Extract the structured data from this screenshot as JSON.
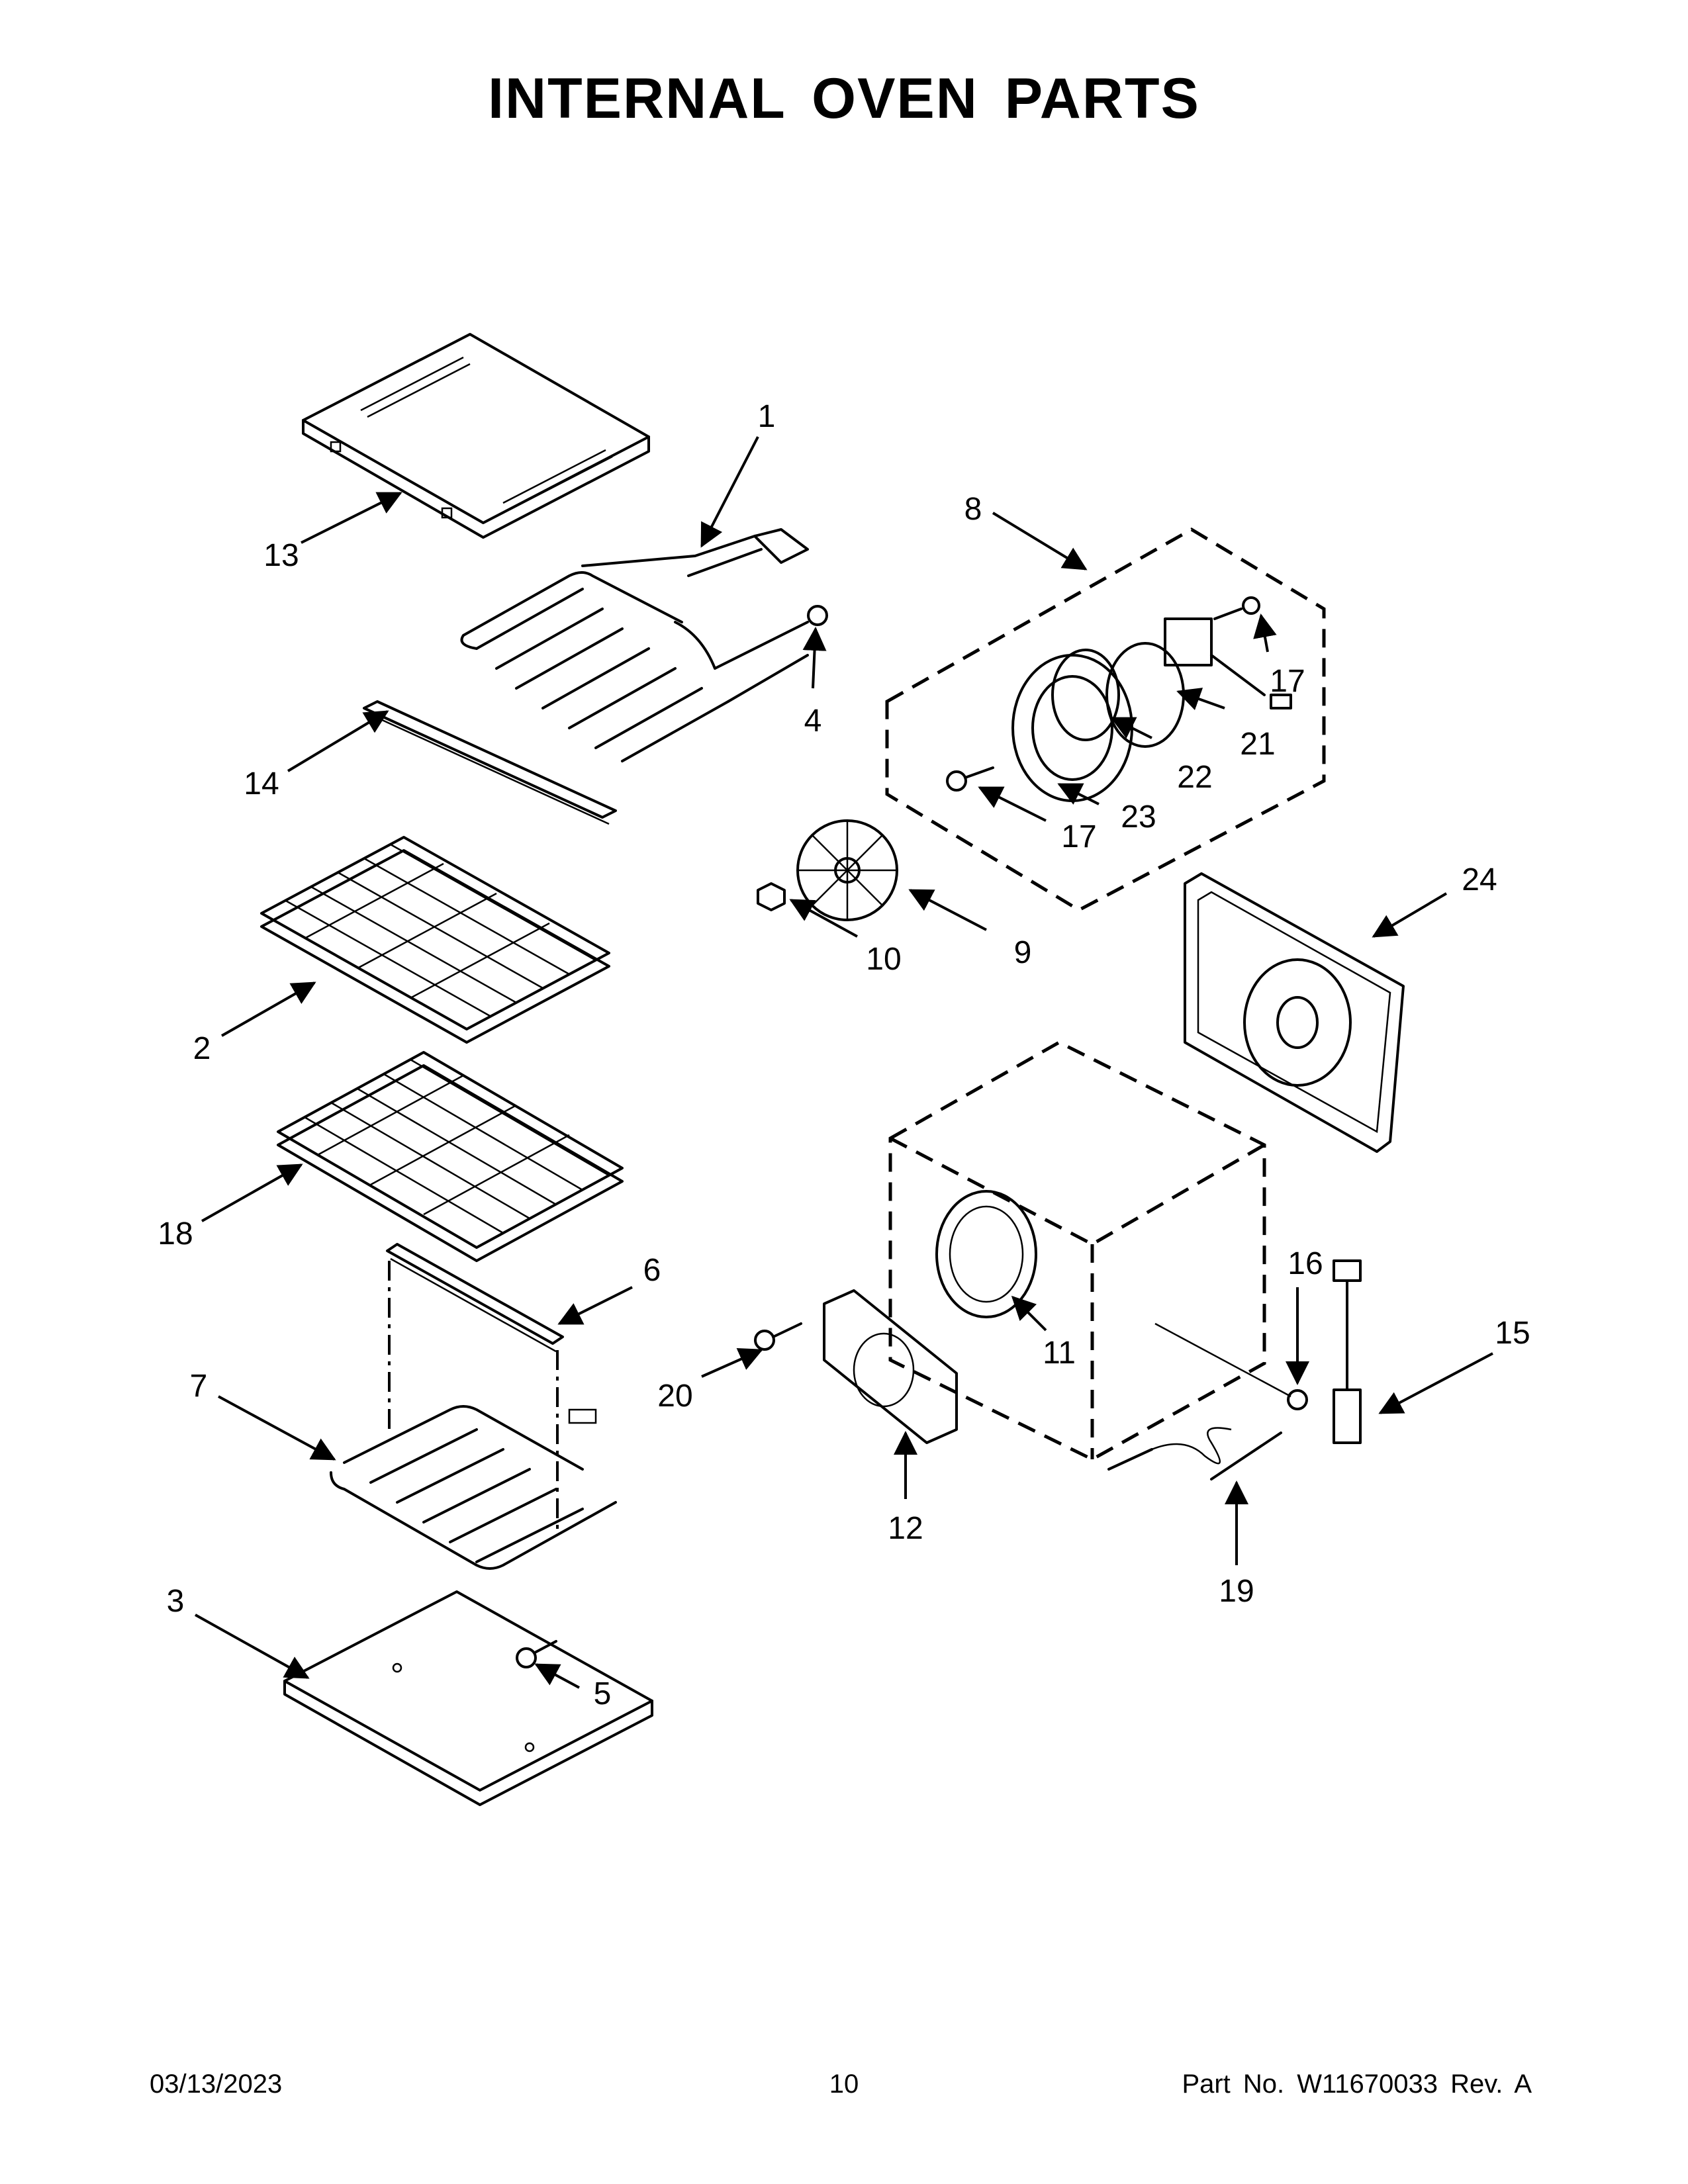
{
  "title": "INTERNAL OVEN PARTS",
  "callouts": [
    "1",
    "2",
    "3",
    "4",
    "5",
    "6",
    "7",
    "8",
    "9",
    "10",
    "11",
    "12",
    "13",
    "14",
    "15",
    "16",
    "17",
    "17",
    "18",
    "19",
    "20",
    "21",
    "22",
    "23",
    "24"
  ],
  "footer": {
    "date": "03/13/2023",
    "page": "10",
    "part_no": "Part No.  W11670033  Rev.  A"
  }
}
